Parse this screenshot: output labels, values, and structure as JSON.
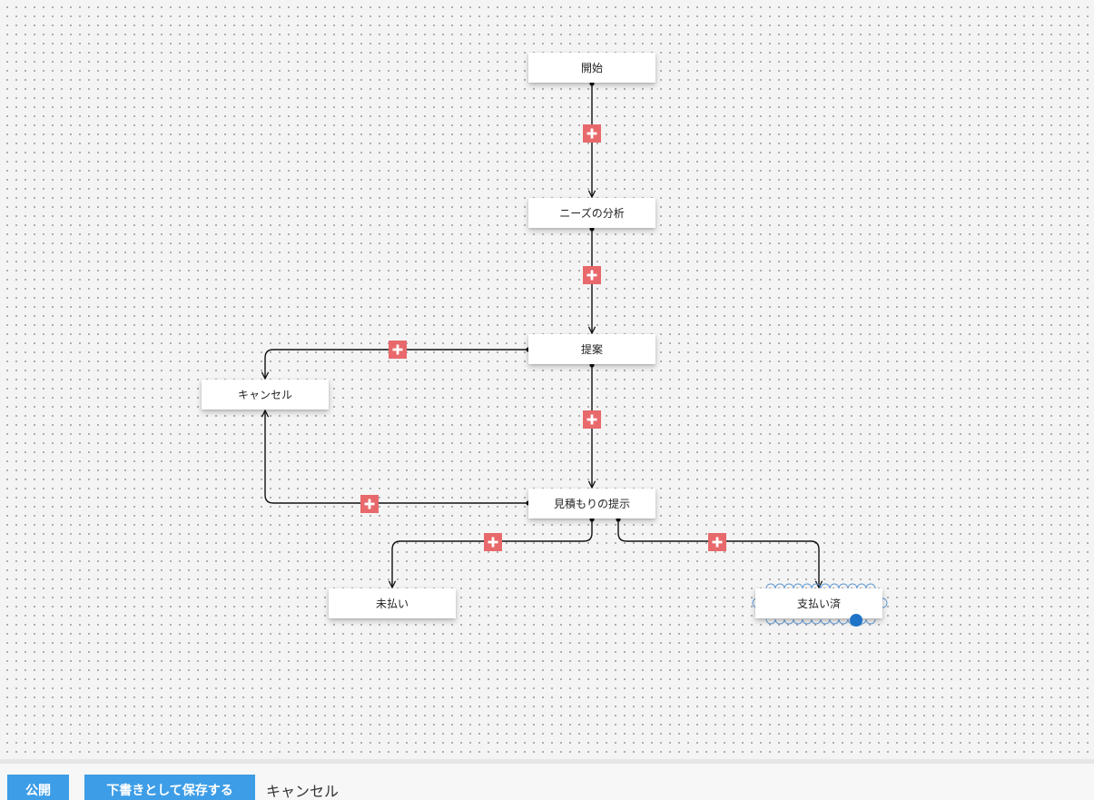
{
  "colors": {
    "canvas_bg": "#f4f4f4",
    "node_bg": "#ffffff",
    "add_button": "#e8696b",
    "primary_button": "#3d9de6",
    "selection": "#1f74c8"
  },
  "nodes": {
    "start": "開始",
    "needs_analysis": "ニーズの分析",
    "proposal": "提案",
    "cancel": "キャンセル",
    "quote": "見積もりの提示",
    "unpaid": "未払い",
    "paid": "支払い済"
  },
  "selected_node": "paid",
  "add_button_icon": "plus-icon",
  "footer": {
    "publish_label": "公開",
    "save_draft_label": "下書きとして保存する",
    "cancel_label": "キャンセル"
  }
}
